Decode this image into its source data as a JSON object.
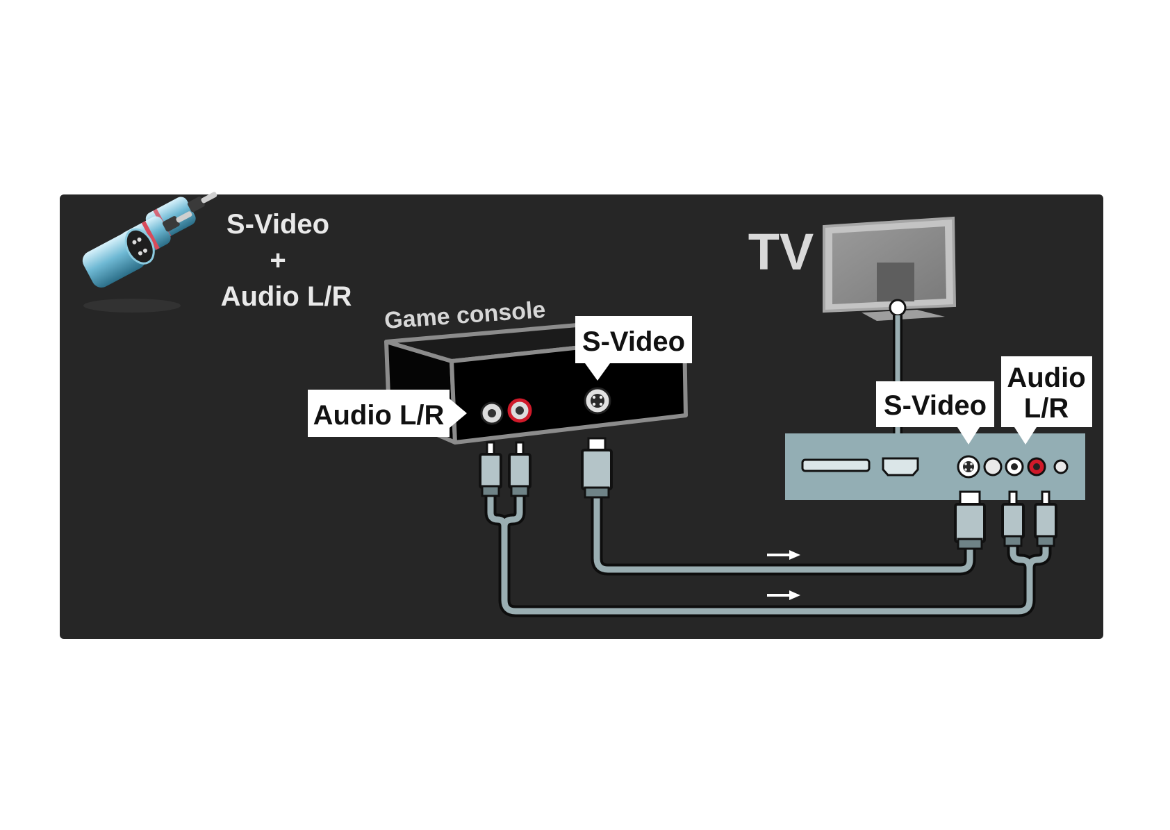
{
  "legend": {
    "line1": "S-Video",
    "plus": "+",
    "line2": "Audio L/R"
  },
  "console": {
    "title": "Game console",
    "svideo_label": "S-Video",
    "audio_label": "Audio L/R"
  },
  "tv": {
    "title": "TV",
    "svideo_label": "S-Video",
    "audio_label_line1": "Audio",
    "audio_label_line2": "L/R"
  },
  "colors": {
    "panel": "#262626",
    "cable": "#9aaeb2",
    "cable_outline": "#0d0d0d",
    "connector_body": "#b4c4c8",
    "jack_red": "#d01a2a",
    "label_bg": "#ffffff",
    "label_text": "#111111",
    "text_light": "#e9e9e9"
  }
}
